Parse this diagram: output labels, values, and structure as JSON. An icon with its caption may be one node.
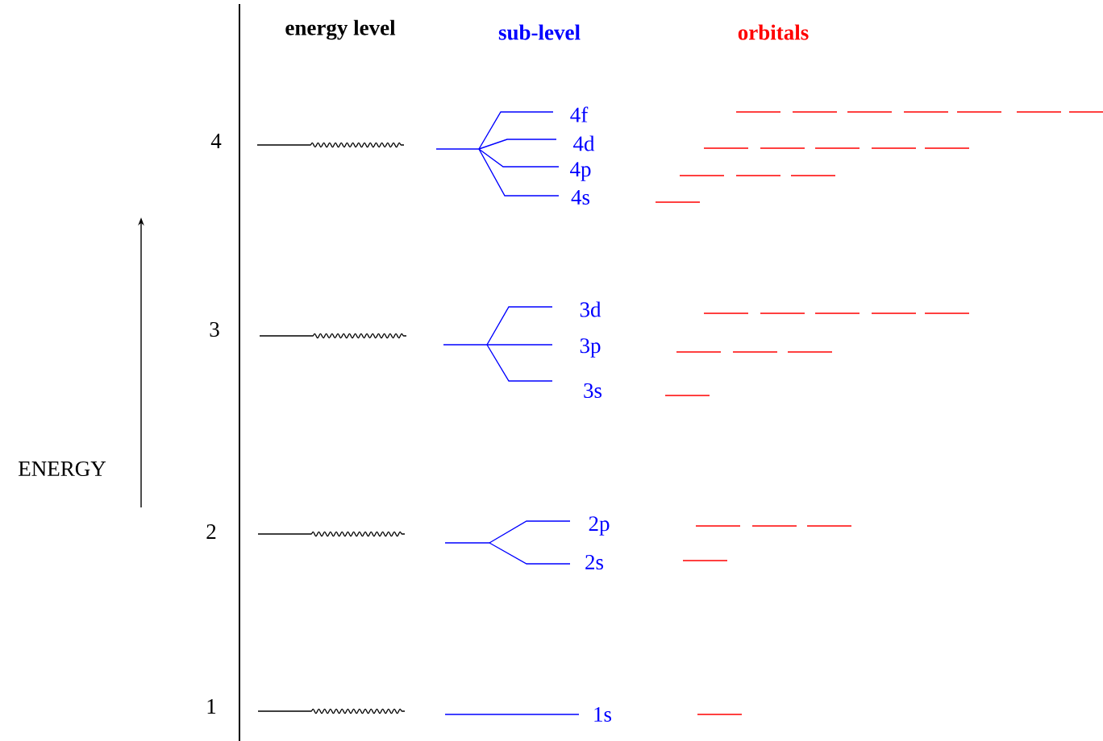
{
  "diagram": {
    "labels": [
      "energy level",
      "sub-level",
      "orbitals",
      "4",
      "4f",
      "4d",
      "4p",
      "4s",
      "3",
      "3d",
      "3p",
      "3s",
      "ENERGY",
      "2",
      "2p",
      "2s",
      "1",
      "1s"
    ]
  }
}
